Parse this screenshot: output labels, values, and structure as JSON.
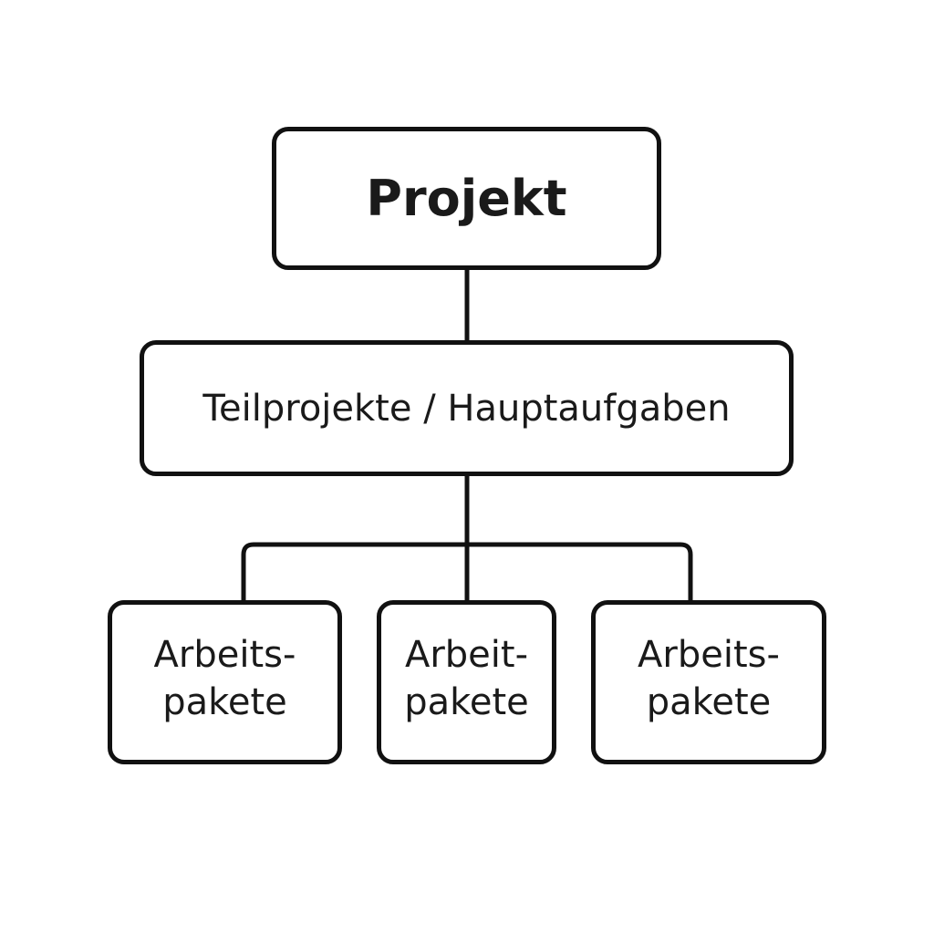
{
  "diagram": {
    "root": {
      "label": "Projekt"
    },
    "level1": {
      "label": "Teilprojekte / Hauptaufgaben"
    },
    "level2": [
      {
        "label": "Arbeits-\npakete"
      },
      {
        "label": "Arbeit-\npakete"
      },
      {
        "label": "Arbeits-\npakete"
      }
    ],
    "colors": {
      "stroke": "#111111",
      "text": "#1a1a1a",
      "background": "#ffffff"
    }
  }
}
